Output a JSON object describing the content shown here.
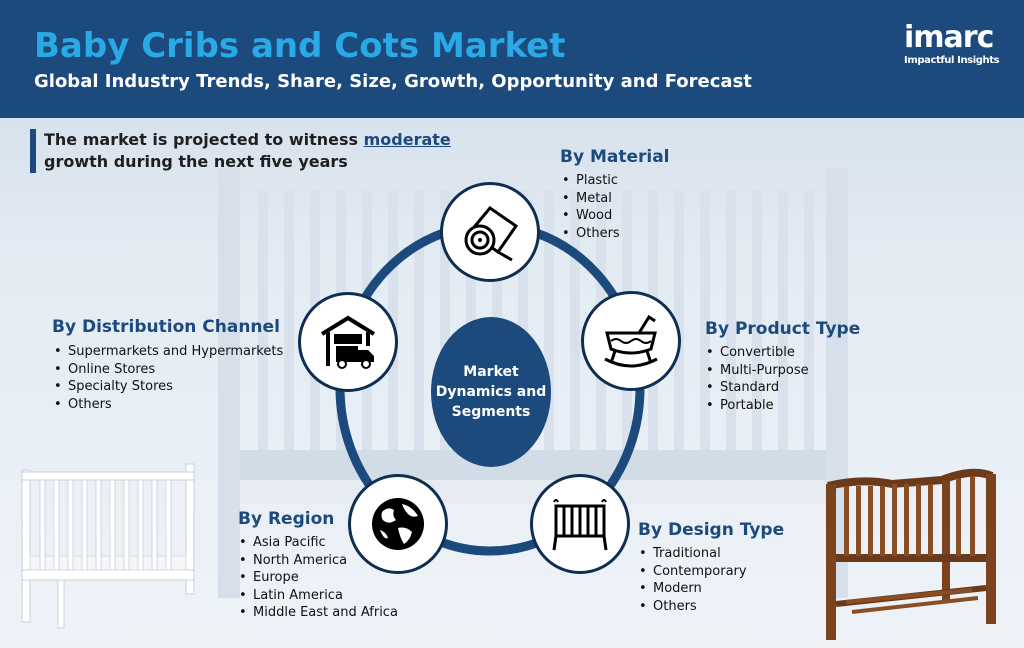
{
  "header": {
    "title": "Baby Cribs and Cots Market",
    "subtitle": "Global Industry Trends, Share, Size, Growth, Opportunity and Forecast"
  },
  "logo": {
    "mark": "imarc",
    "tagline": "Impactful Insights"
  },
  "projection": {
    "before": "The market is projected to witness ",
    "highlight": "moderate",
    "after": " growth during the next five years"
  },
  "center": {
    "label": "Market Dynamics and Segments"
  },
  "segments": {
    "material": {
      "title": "By Material",
      "icon": "fabric-roll-icon",
      "items": [
        "Plastic",
        "Metal",
        "Wood",
        "Others"
      ]
    },
    "product_type": {
      "title": "By Product Type",
      "icon": "cradle-icon",
      "items": [
        "Convertible",
        "Multi-Purpose",
        "Standard",
        "Portable"
      ]
    },
    "design_type": {
      "title": "By Design Type",
      "icon": "crib-icon",
      "items": [
        "Traditional",
        "Contemporary",
        "Modern",
        "Others"
      ]
    },
    "region": {
      "title": "By Region",
      "icon": "globe-icon",
      "items": [
        "Asia Pacific",
        "North America",
        "Europe",
        "Latin America",
        "Middle East and Africa"
      ]
    },
    "distribution": {
      "title": "By Distribution Channel",
      "icon": "warehouse-truck-icon",
      "items": [
        "Supermarkets and Hypermarkets",
        "Online Stores",
        "Specialty Stores",
        "Others"
      ]
    }
  },
  "colors": {
    "header_bg": "#1c4a7d",
    "title": "#2aa9e7",
    "accent": "#1c4a7d",
    "logo_dot": "#a24aa6"
  }
}
